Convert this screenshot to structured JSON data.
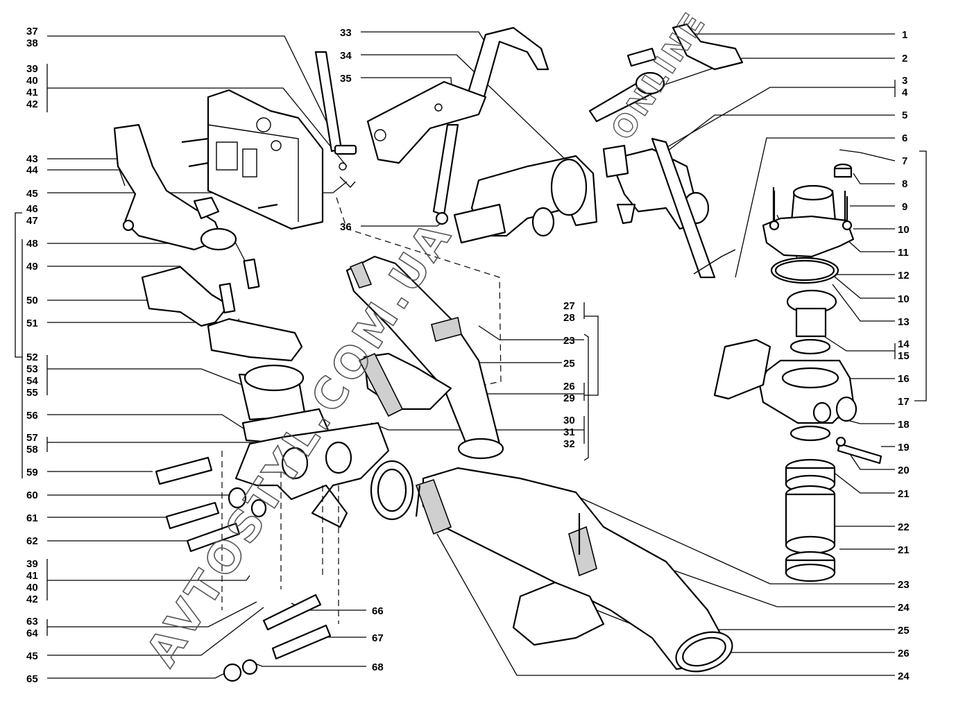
{
  "watermark": {
    "main": "AVTOSTYL.COM.UA",
    "secondary": "ONLINE"
  },
  "left_labels": [
    {
      "id": "37-38",
      "lines": [
        "37",
        "38"
      ]
    },
    {
      "id": "39-42",
      "lines": [
        "39",
        "40",
        "41",
        "42"
      ]
    },
    {
      "id": "43",
      "lines": [
        "43"
      ]
    },
    {
      "id": "44",
      "lines": [
        "44"
      ]
    },
    {
      "id": "45",
      "lines": [
        "45"
      ]
    },
    {
      "id": "46-47",
      "lines": [
        "46",
        "47"
      ]
    },
    {
      "id": "48",
      "lines": [
        "48"
      ]
    },
    {
      "id": "49",
      "lines": [
        "49"
      ]
    },
    {
      "id": "50",
      "lines": [
        "50"
      ]
    },
    {
      "id": "51",
      "lines": [
        "51"
      ]
    },
    {
      "id": "52-55",
      "lines": [
        "52",
        "53",
        "54",
        "55"
      ]
    },
    {
      "id": "56",
      "lines": [
        "56"
      ]
    },
    {
      "id": "57-58",
      "lines": [
        "57",
        "58"
      ]
    },
    {
      "id": "59",
      "lines": [
        "59"
      ]
    },
    {
      "id": "60",
      "lines": [
        "60"
      ]
    },
    {
      "id": "61",
      "lines": [
        "61"
      ]
    },
    {
      "id": "62",
      "lines": [
        "62"
      ]
    },
    {
      "id": "39b-42b",
      "lines": [
        "39",
        "41",
        "40",
        "42"
      ]
    },
    {
      "id": "63-64",
      "lines": [
        "63",
        "64"
      ]
    },
    {
      "id": "45b",
      "lines": [
        "45"
      ]
    },
    {
      "id": "65",
      "lines": [
        "65"
      ]
    }
  ],
  "top_labels": [
    {
      "id": "33",
      "lines": [
        "33"
      ]
    },
    {
      "id": "34",
      "lines": [
        "34"
      ]
    },
    {
      "id": "35",
      "lines": [
        "35"
      ]
    },
    {
      "id": "36",
      "lines": [
        "36"
      ]
    }
  ],
  "center_labels": [
    {
      "id": "27-28",
      "lines": [
        "27",
        "28"
      ]
    },
    {
      "id": "23c",
      "lines": [
        "23"
      ]
    },
    {
      "id": "25c",
      "lines": [
        "25"
      ]
    },
    {
      "id": "26-29",
      "lines": [
        "26",
        "29"
      ]
    },
    {
      "id": "30-32",
      "lines": [
        "30",
        "31",
        "32"
      ]
    },
    {
      "id": "66",
      "lines": [
        "66"
      ]
    },
    {
      "id": "67",
      "lines": [
        "67"
      ]
    },
    {
      "id": "68",
      "lines": [
        "68"
      ]
    }
  ],
  "right_labels": [
    {
      "id": "1",
      "lines": [
        "1"
      ]
    },
    {
      "id": "2",
      "lines": [
        "2"
      ]
    },
    {
      "id": "3-4",
      "lines": [
        "3",
        "4"
      ]
    },
    {
      "id": "5",
      "lines": [
        "5"
      ]
    },
    {
      "id": "6",
      "lines": [
        "6"
      ]
    },
    {
      "id": "7",
      "lines": [
        "7"
      ]
    },
    {
      "id": "8",
      "lines": [
        "8"
      ]
    },
    {
      "id": "9",
      "lines": [
        "9"
      ]
    },
    {
      "id": "10a",
      "lines": [
        "10"
      ]
    },
    {
      "id": "11",
      "lines": [
        "11"
      ]
    },
    {
      "id": "12",
      "lines": [
        "12"
      ]
    },
    {
      "id": "10b",
      "lines": [
        "10"
      ]
    },
    {
      "id": "13",
      "lines": [
        "13"
      ]
    },
    {
      "id": "14-15",
      "lines": [
        "14",
        "15"
      ]
    },
    {
      "id": "16",
      "lines": [
        "16"
      ]
    },
    {
      "id": "17",
      "lines": [
        "17"
      ]
    },
    {
      "id": "18",
      "lines": [
        "18"
      ]
    },
    {
      "id": "19",
      "lines": [
        "19"
      ]
    },
    {
      "id": "20",
      "lines": [
        "20"
      ]
    },
    {
      "id": "21a",
      "lines": [
        "21"
      ]
    },
    {
      "id": "22",
      "lines": [
        "22"
      ]
    },
    {
      "id": "21b",
      "lines": [
        "21"
      ]
    },
    {
      "id": "23r",
      "lines": [
        "23"
      ]
    },
    {
      "id": "24a",
      "lines": [
        "24"
      ]
    },
    {
      "id": "25r",
      "lines": [
        "25"
      ]
    },
    {
      "id": "26r",
      "lines": [
        "26"
      ]
    },
    {
      "id": "24b",
      "lines": [
        "24"
      ]
    }
  ]
}
